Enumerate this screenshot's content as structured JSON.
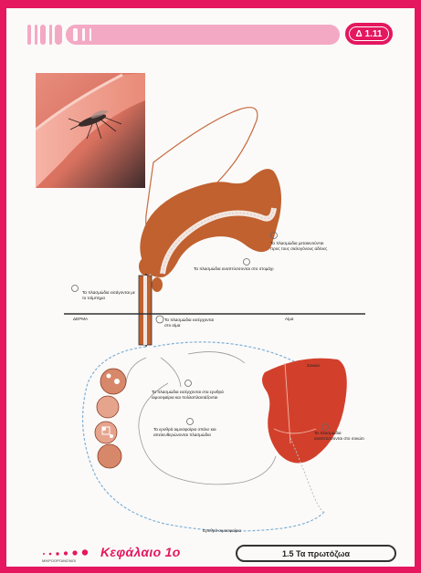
{
  "header": {
    "badge": "Δ 1.11"
  },
  "labels": {
    "skin": "ΔΕΡΜΑ",
    "blood": "Αίμα",
    "liver": "Συκώτι",
    "erythrocytes": "Ερυθρά αιμοσφαίρια",
    "stomach_step": "Τα πλασμώδια αναπτύσσονται στο στομάχι",
    "glands_step": "Τα πλασμώδια μετακινούνται προς τους σιελογόνους αδένες",
    "bite_step": "Τα πλασμώδια εισέρχονται στο αίμα",
    "inject_step": "Τα πλασμώδια εισάγονται με το τσίμπημα",
    "liver_step": "Τα πλασμώδια αναπτύσσονται στο συκώτι",
    "rbc_step": "Τα πλασμώδια εισέρχονται στα ερυθρά αιμοσφαίρια και πολλαπλασιάζονται",
    "release_step": "Τα ερυθρά αιμοσφαίρια σπάνε και απελευθερώνονται πλασμώδια"
  },
  "footer": {
    "chapter": "Κεφάλαιο 1ο",
    "subtitle": "ΜΙΚΡΟΟΡΓΑΝΙΣΜΟΙ",
    "section": "1.5 Τα πρωτόζωα"
  }
}
